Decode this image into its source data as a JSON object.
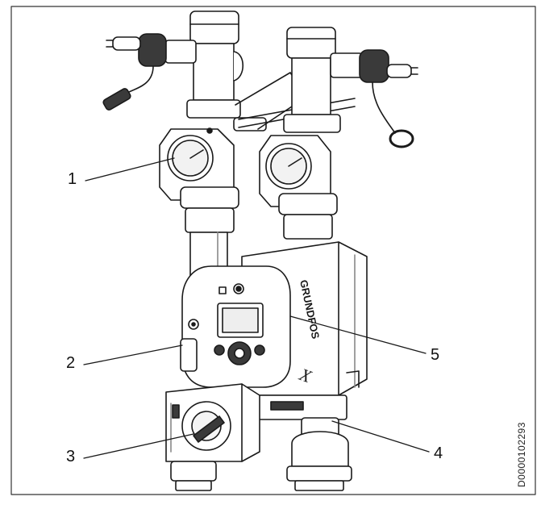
{
  "figure": {
    "callouts": [
      {
        "id": "1",
        "label": "1"
      },
      {
        "id": "2",
        "label": "2"
      },
      {
        "id": "3",
        "label": "3"
      },
      {
        "id": "4",
        "label": "4"
      },
      {
        "id": "5",
        "label": "5"
      }
    ],
    "doc_id": "D0000102293",
    "pump_brand": "GRUNDFOS",
    "pump_model": "X"
  },
  "colors": {
    "line": "#1a1a1a",
    "fill": "#ffffff",
    "shade": "#d9d9d9",
    "dark": "#3a3a3a"
  }
}
